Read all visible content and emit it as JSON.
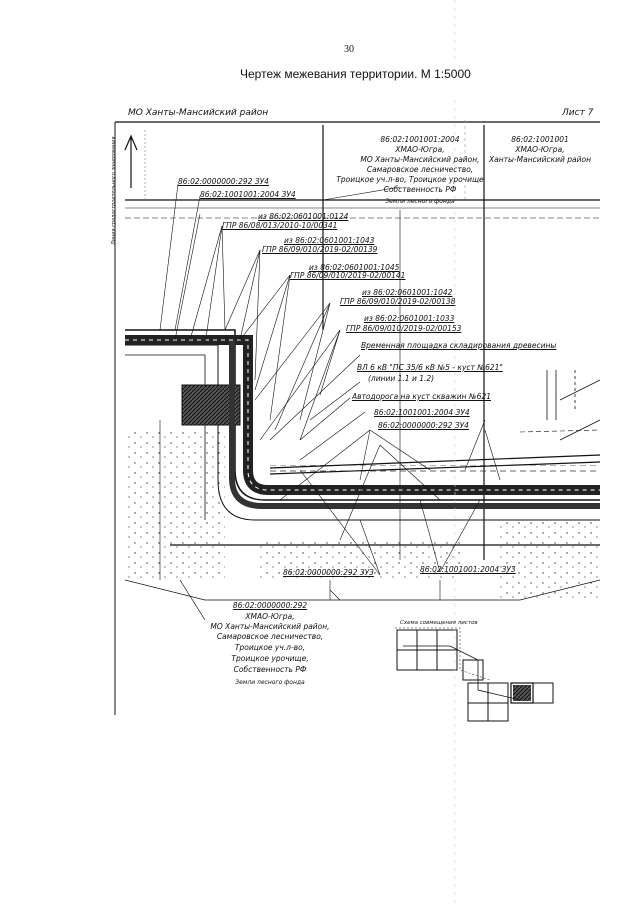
{
  "header": {
    "page_number": "30",
    "title": "Чертеж межевания территории. М 1:5000"
  },
  "frame": {
    "municipality": "МО Ханты-Мансийский район",
    "sheet": "Лист 7",
    "vertical_note": "Линия градостроительного зонирования"
  },
  "parcel_top_center": [
    "86:02:1001001:2004",
    "ХМАО-Югра,",
    "МО Ханты-Мансийский район,",
    "Самаровское лесничество,",
    "Троицкое уч.л-во, Троицкое урочище",
    "Собственность РФ",
    "Земли лесного фонда"
  ],
  "parcel_top_right": [
    "86:02:1001001",
    "ХМАО-Югра,",
    "Ханты-Мансийский район"
  ],
  "parcel_bottom": [
    "86:02:0000000:292",
    "ХМАО-Югра,",
    "МО Ханты-Мансийский район,",
    "Самаровское лесничество,",
    "Троицкое уч.л-во,",
    "Троицкое урочище,",
    "Собственность РФ",
    "Земли лесного фонда"
  ],
  "callouts": [
    "86:02:0000000:292 ЗУ4",
    "86:02:1001001:2004 ЗУ4",
    "из 86:02:0601001:0124",
    "ГПР 86/08/013/2010-10/00341",
    "из 86:02:0601001:1043",
    "ГПР 86/09/010/2019-02/00139",
    "из 86:02:0601001:1045",
    "ГПР 86/09/010/2019-02/00141",
    "из 86:02:0601001:1042",
    "ГПР 86/09/010/2019-02/00138",
    "из 86:02:0601001:1033",
    "ГПР 86/09/010/2019-02/00153",
    "Временная площадка складирования древесины",
    "ВЛ 6 кВ \"ПС 35/6 кВ №5 - куст №621\"",
    "(линии 1.1 и 1.2)",
    "Автодорога на куст скважин №621",
    "86:02:1001001:2004 ЗУ4",
    "86:02:0000000:292 ЗУ4"
  ],
  "bottom_labels": [
    "86:02:0000000:292 ЗУ3",
    "86:02:1001001:2004 ЗУ3"
  ],
  "inset": {
    "title": "Схема совмещения листов"
  }
}
